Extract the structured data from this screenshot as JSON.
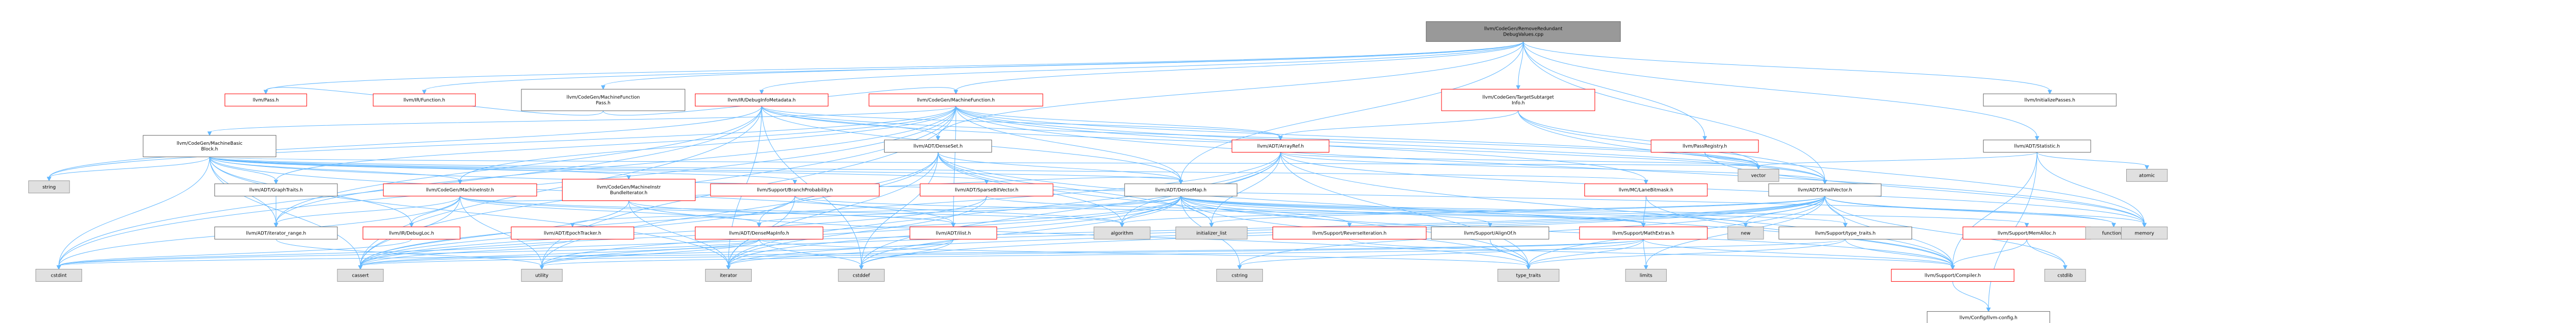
{
  "colors": {
    "edge": "#63b8ff",
    "root_fill": "#999999",
    "root_border": "#666666",
    "documented_fill": "#ffffff",
    "documented_border": "#ff0000",
    "plain_border": "#666666",
    "system_fill": "#e0e0e0",
    "system_border": "#999999"
  },
  "nodes": [
    {
      "id": "root",
      "lines": [
        "llvm/CodeGen/RemoveRedundant",
        "DebugValues.cpp"
      ],
      "style": "root"
    },
    {
      "id": "pass",
      "lines": [
        "llvm/Pass.h"
      ],
      "style": "documented"
    },
    {
      "id": "irfunc",
      "lines": [
        "llvm/IR/Function.h"
      ],
      "style": "documented"
    },
    {
      "id": "mfp",
      "lines": [
        "llvm/CodeGen/MachineFunction",
        "Pass.h"
      ],
      "style": "plain"
    },
    {
      "id": "didebug",
      "lines": [
        "llvm/IR/DebugInfoMetadata.h"
      ],
      "style": "documented"
    },
    {
      "id": "mf",
      "lines": [
        "llvm/CodeGen/MachineFunction.h"
      ],
      "style": "documented"
    },
    {
      "id": "tsi",
      "lines": [
        "llvm/CodeGen/TargetSubtarget",
        "Info.h"
      ],
      "style": "documented"
    },
    {
      "id": "initpasses",
      "lines": [
        "llvm/InitializePasses.h"
      ],
      "style": "plain"
    },
    {
      "id": "mbb",
      "lines": [
        "llvm/CodeGen/MachineBasic",
        "Block.h"
      ],
      "style": "plain"
    },
    {
      "id": "denseset",
      "lines": [
        "llvm/ADT/DenseSet.h"
      ],
      "style": "plain"
    },
    {
      "id": "arrayref",
      "lines": [
        "llvm/ADT/ArrayRef.h"
      ],
      "style": "documented"
    },
    {
      "id": "passregistry",
      "lines": [
        "llvm/PassRegistry.h"
      ],
      "style": "documented"
    },
    {
      "id": "statistic",
      "lines": [
        "llvm/ADT/Statistic.h"
      ],
      "style": "plain"
    },
    {
      "id": "string",
      "lines": [
        "string"
      ],
      "style": "system"
    },
    {
      "id": "graphtraits",
      "lines": [
        "llvm/ADT/GraphTraits.h"
      ],
      "style": "plain"
    },
    {
      "id": "minstr",
      "lines": [
        "llvm/CodeGen/MachineInstr.h"
      ],
      "style": "documented"
    },
    {
      "id": "mib",
      "lines": [
        "llvm/CodeGen/MachineInstr",
        "BundleIterator.h"
      ],
      "style": "documented"
    },
    {
      "id": "bp",
      "lines": [
        "llvm/Support/BranchProbability.h"
      ],
      "style": "documented"
    },
    {
      "id": "sparsebv",
      "lines": [
        "llvm/ADT/SparseBitVector.h"
      ],
      "style": "documented"
    },
    {
      "id": "densemap",
      "lines": [
        "llvm/ADT/DenseMap.h"
      ],
      "style": "plain"
    },
    {
      "id": "lanebitmask",
      "lines": [
        "llvm/MC/LaneBitmask.h"
      ],
      "style": "documented"
    },
    {
      "id": "smallvector",
      "lines": [
        "llvm/ADT/SmallVector.h"
      ],
      "style": "plain"
    },
    {
      "id": "vector",
      "lines": [
        "vector"
      ],
      "style": "system"
    },
    {
      "id": "atomic",
      "lines": [
        "atomic"
      ],
      "style": "system"
    },
    {
      "id": "iterrange",
      "lines": [
        "llvm/ADT/iterator_range.h"
      ],
      "style": "plain"
    },
    {
      "id": "debugloc",
      "lines": [
        "llvm/IR/DebugLoc.h"
      ],
      "style": "documented"
    },
    {
      "id": "epoch",
      "lines": [
        "llvm/ADT/EpochTracker.h"
      ],
      "style": "documented"
    },
    {
      "id": "dmi",
      "lines": [
        "llvm/ADT/DenseMapInfo.h"
      ],
      "style": "documented"
    },
    {
      "id": "ilist",
      "lines": [
        "llvm/ADT/ilist.h"
      ],
      "style": "documented"
    },
    {
      "id": "algorithm",
      "lines": [
        "algorithm"
      ],
      "style": "system"
    },
    {
      "id": "initlist",
      "lines": [
        "initializer_list"
      ],
      "style": "system"
    },
    {
      "id": "reverse",
      "lines": [
        "llvm/Support/ReverseIteration.h"
      ],
      "style": "documented"
    },
    {
      "id": "alignof",
      "lines": [
        "llvm/Support/AlignOf.h"
      ],
      "style": "plain"
    },
    {
      "id": "mathextras",
      "lines": [
        "llvm/Support/MathExtras.h"
      ],
      "style": "documented"
    },
    {
      "id": "new",
      "lines": [
        "new"
      ],
      "style": "system"
    },
    {
      "id": "typetraits",
      "lines": [
        "llvm/Support/type_traits.h"
      ],
      "style": "plain"
    },
    {
      "id": "memalloc",
      "lines": [
        "llvm/Support/MemAlloc.h"
      ],
      "style": "documented"
    },
    {
      "id": "functional",
      "lines": [
        "functional"
      ],
      "style": "system"
    },
    {
      "id": "memory",
      "lines": [
        "memory"
      ],
      "style": "system"
    },
    {
      "id": "cstdint",
      "lines": [
        "cstdint"
      ],
      "style": "system"
    },
    {
      "id": "cassert",
      "lines": [
        "cassert"
      ],
      "style": "system"
    },
    {
      "id": "utility",
      "lines": [
        "utility"
      ],
      "style": "system"
    },
    {
      "id": "iterator",
      "lines": [
        "iterator"
      ],
      "style": "system"
    },
    {
      "id": "cstddef",
      "lines": [
        "cstddef"
      ],
      "style": "system"
    },
    {
      "id": "cstring",
      "lines": [
        "cstring"
      ],
      "style": "system"
    },
    {
      "id": "type_traits",
      "lines": [
        "type_traits"
      ],
      "style": "system"
    },
    {
      "id": "limits",
      "lines": [
        "limits"
      ],
      "style": "system"
    },
    {
      "id": "compiler",
      "lines": [
        "llvm/Support/Compiler.h"
      ],
      "style": "documented"
    },
    {
      "id": "cstdlib",
      "lines": [
        "cstdlib"
      ],
      "style": "system"
    },
    {
      "id": "config",
      "lines": [
        "llvm/Config/llvm-config.h"
      ],
      "style": "plain"
    }
  ],
  "edges": [
    [
      "root",
      "pass"
    ],
    [
      "root",
      "irfunc"
    ],
    [
      "root",
      "mfp"
    ],
    [
      "root",
      "didebug"
    ],
    [
      "root",
      "mf"
    ],
    [
      "root",
      "tsi"
    ],
    [
      "root",
      "initpasses"
    ],
    [
      "root",
      "statistic"
    ],
    [
      "root",
      "denseset"
    ],
    [
      "root",
      "smallvector"
    ],
    [
      "root",
      "densemap"
    ],
    [
      "root",
      "passregistry"
    ],
    [
      "mfp",
      "mf"
    ],
    [
      "mfp",
      "pass"
    ],
    [
      "didebug",
      "iterrange"
    ],
    [
      "didebug",
      "arrayref"
    ],
    [
      "didebug",
      "denseset"
    ],
    [
      "didebug",
      "cstddef"
    ],
    [
      "didebug",
      "iterator"
    ],
    [
      "didebug",
      "vector"
    ],
    [
      "didebug",
      "string"
    ],
    [
      "didebug",
      "cstdint"
    ],
    [
      "didebug",
      "cassert"
    ],
    [
      "didebug",
      "smallvector"
    ],
    [
      "didebug",
      "densemap"
    ],
    [
      "mf",
      "mbb"
    ],
    [
      "mf",
      "arrayref"
    ],
    [
      "mf",
      "densemap"
    ],
    [
      "mf",
      "smallvector"
    ],
    [
      "mf",
      "ilist"
    ],
    [
      "mf",
      "cassert"
    ],
    [
      "mf",
      "cstdint"
    ],
    [
      "mf",
      "memory"
    ],
    [
      "mf",
      "utility"
    ],
    [
      "mf",
      "vector"
    ],
    [
      "mf",
      "graphtraits"
    ],
    [
      "mf",
      "string"
    ],
    [
      "mf",
      "minstr"
    ],
    [
      "mf",
      "iterrange"
    ],
    [
      "mf",
      "lanebitmask"
    ],
    [
      "tsi",
      "arrayref"
    ],
    [
      "tsi",
      "smallvector"
    ],
    [
      "tsi",
      "memory"
    ],
    [
      "tsi",
      "vector"
    ],
    [
      "mbb",
      "graphtraits"
    ],
    [
      "mbb",
      "minstr"
    ],
    [
      "mbb",
      "mib"
    ],
    [
      "mbb",
      "bp"
    ],
    [
      "mbb",
      "sparsebv"
    ],
    [
      "mbb",
      "densemap"
    ],
    [
      "mbb",
      "lanebitmask"
    ],
    [
      "mbb",
      "iterrange"
    ],
    [
      "mbb",
      "ilist"
    ],
    [
      "mbb",
      "debugloc"
    ],
    [
      "mbb",
      "cassert"
    ],
    [
      "mbb",
      "cstdint"
    ],
    [
      "mbb",
      "iterator"
    ],
    [
      "mbb",
      "string"
    ],
    [
      "mbb",
      "vector"
    ],
    [
      "mbb",
      "functional"
    ],
    [
      "denseset",
      "densemap"
    ],
    [
      "denseset",
      "dmi"
    ],
    [
      "denseset",
      "algorithm"
    ],
    [
      "denseset",
      "cstddef"
    ],
    [
      "denseset",
      "initlist"
    ],
    [
      "denseset",
      "iterator"
    ],
    [
      "denseset",
      "utility"
    ],
    [
      "denseset",
      "type_traits"
    ],
    [
      "denseset",
      "compiler"
    ],
    [
      "arrayref",
      "smallvector"
    ],
    [
      "arrayref",
      "compiler"
    ],
    [
      "arrayref",
      "algorithm"
    ],
    [
      "arrayref",
      "array"
    ],
    [
      "arrayref",
      "cassert"
    ],
    [
      "arrayref",
      "cstddef"
    ],
    [
      "arrayref",
      "initlist"
    ],
    [
      "arrayref",
      "iterator"
    ],
    [
      "arrayref",
      "memory"
    ],
    [
      "arrayref",
      "type_traits"
    ],
    [
      "arrayref",
      "vector"
    ],
    [
      "passregistry",
      "vector"
    ],
    [
      "passregistry",
      "memory"
    ],
    [
      "statistic",
      "compiler"
    ],
    [
      "statistic",
      "atomic"
    ],
    [
      "statistic",
      "memory"
    ],
    [
      "statistic",
      "config"
    ],
    [
      "statistic",
      "vector"
    ],
    [
      "graphtraits",
      "iterrange"
    ],
    [
      "minstr",
      "densemap"
    ],
    [
      "minstr",
      "ilist"
    ],
    [
      "minstr",
      "iterrange"
    ],
    [
      "minstr",
      "debugloc"
    ],
    [
      "minstr",
      "dmi"
    ],
    [
      "minstr",
      "cassert"
    ],
    [
      "minstr",
      "cstdint"
    ],
    [
      "minstr",
      "utility"
    ],
    [
      "minstr",
      "algorithm"
    ],
    [
      "mib",
      "ilist"
    ],
    [
      "mib",
      "cassert"
    ],
    [
      "mib",
      "iterator"
    ],
    [
      "mib",
      "type_traits"
    ],
    [
      "bp",
      "mathextras"
    ],
    [
      "bp",
      "algorithm"
    ],
    [
      "bp",
      "cassert"
    ],
    [
      "bp",
      "iterator"
    ],
    [
      "bp",
      "numeric"
    ],
    [
      "sparsebv",
      "mathextras"
    ],
    [
      "sparsebv",
      "cassert"
    ],
    [
      "sparsebv",
      "climits"
    ],
    [
      "sparsebv",
      "iterator"
    ],
    [
      "densemap",
      "dmi"
    ],
    [
      "densemap",
      "epoch"
    ],
    [
      "densemap",
      "alignof"
    ],
    [
      "densemap",
      "compiler"
    ],
    [
      "densemap",
      "mathextras"
    ],
    [
      "densemap",
      "memalloc"
    ],
    [
      "densemap",
      "reverse"
    ],
    [
      "densemap",
      "typetraits"
    ],
    [
      "densemap",
      "algorithm"
    ],
    [
      "densemap",
      "cassert"
    ],
    [
      "densemap",
      "cstddef"
    ],
    [
      "densemap",
      "cstring"
    ],
    [
      "densemap",
      "initlist"
    ],
    [
      "densemap",
      "iterator"
    ],
    [
      "densemap",
      "new"
    ],
    [
      "densemap",
      "type_traits"
    ],
    [
      "densemap",
      "utility"
    ],
    [
      "lanebitmask",
      "compiler"
    ],
    [
      "lanebitmask",
      "mathextras"
    ],
    [
      "smallvector",
      "compiler"
    ],
    [
      "smallvector",
      "typetraits"
    ],
    [
      "smallvector",
      "algorithm"
    ],
    [
      "smallvector",
      "cassert"
    ],
    [
      "smallvector",
      "cstddef"
    ],
    [
      "smallvector",
      "cstdlib"
    ],
    [
      "smallvector",
      "cstring"
    ],
    [
      "smallvector",
      "functional"
    ],
    [
      "smallvector",
      "initlist"
    ],
    [
      "smallvector",
      "iterator"
    ],
    [
      "smallvector",
      "limits"
    ],
    [
      "smallvector",
      "memory"
    ],
    [
      "smallvector",
      "new"
    ],
    [
      "smallvector",
      "type_traits"
    ],
    [
      "smallvector",
      "utility"
    ],
    [
      "iterrange",
      "utility"
    ],
    [
      "debugloc",
      "cstdint"
    ],
    [
      "epoch",
      "cstdint"
    ],
    [
      "dmi",
      "cassert"
    ],
    [
      "dmi",
      "cstddef"
    ],
    [
      "dmi",
      "cstdint"
    ],
    [
      "dmi",
      "tuple"
    ],
    [
      "dmi",
      "type_traits"
    ],
    [
      "dmi",
      "utility"
    ],
    [
      "ilist",
      "cassert"
    ],
    [
      "ilist",
      "cstddef"
    ],
    [
      "ilist",
      "iterator"
    ],
    [
      "reverse",
      "compiler"
    ],
    [
      "alignof",
      "type_traits"
    ],
    [
      "mathextras",
      "compiler"
    ],
    [
      "mathextras",
      "bit"
    ],
    [
      "mathextras",
      "cassert"
    ],
    [
      "mathextras",
      "climits"
    ],
    [
      "mathextras",
      "cstdint"
    ],
    [
      "mathextras",
      "cstring"
    ],
    [
      "mathextras",
      "limits"
    ],
    [
      "mathextras",
      "type_traits"
    ],
    [
      "typetraits",
      "compiler"
    ],
    [
      "typetraits",
      "type_traits"
    ],
    [
      "typetraits",
      "utility"
    ],
    [
      "memalloc",
      "compiler"
    ],
    [
      "memalloc",
      "cstdlib"
    ],
    [
      "compiler",
      "config"
    ]
  ]
}
